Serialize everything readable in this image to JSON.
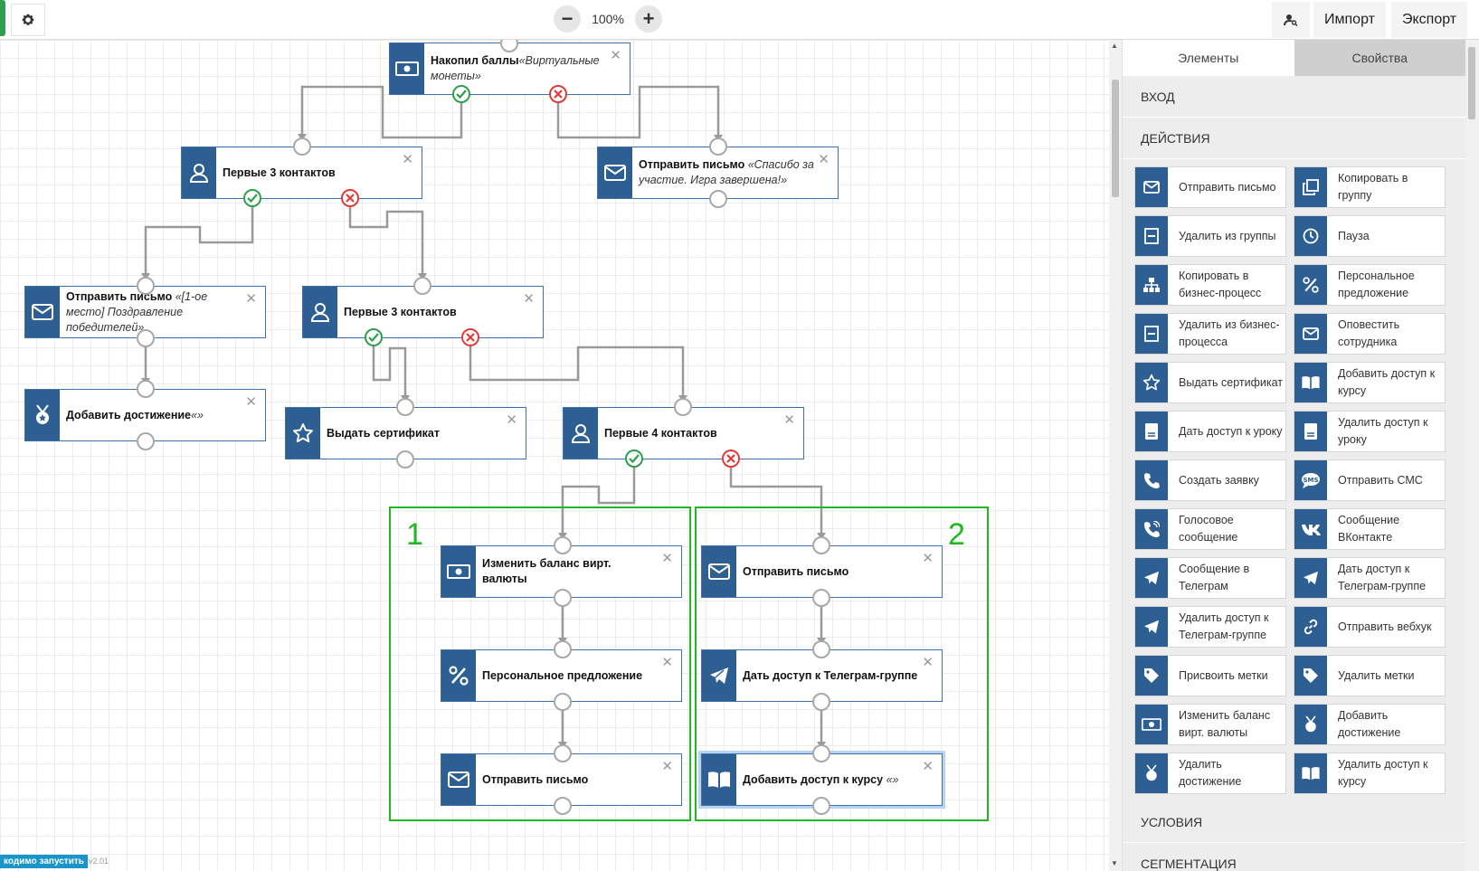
{
  "toolbar": {
    "zoom_minus": "−",
    "zoom_level": "100%",
    "zoom_plus": "+",
    "import_label": "Импорт",
    "export_label": "Экспорт"
  },
  "canvas": {
    "group_labels": [
      "1",
      "2"
    ],
    "status_badge": "кодимо запустить",
    "version": "v2.01"
  },
  "nodes": [
    {
      "icon": "money-icon",
      "title": "Накопил баллы",
      "note": "«Виртуальные монеты»"
    },
    {
      "icon": "user-icon",
      "title": "Первые 3 контактов",
      "note": ""
    },
    {
      "icon": "mail-icon",
      "title": "Отправить письмо",
      "note": "«Спасибо за участие. Игра завершена!»"
    },
    {
      "icon": "mail-icon",
      "title": "Отправить письмо",
      "note": "«[1-ое место] Поздравление победителей»"
    },
    {
      "icon": "user-icon",
      "title": "Первые 3 контактов",
      "note": ""
    },
    {
      "icon": "medal-icon",
      "title": "Добавить достижение",
      "note": "«»"
    },
    {
      "icon": "star-icon",
      "title": "Выдать сертификат",
      "note": ""
    },
    {
      "icon": "user-icon",
      "title": "Первые 4 контактов",
      "note": ""
    },
    {
      "icon": "money-icon",
      "title": "Изменить баланс вирт. валюты",
      "note": ""
    },
    {
      "icon": "mail-icon",
      "title": "Отправить письмо",
      "note": ""
    },
    {
      "icon": "percent-icon",
      "title": "Персональное предложение",
      "note": ""
    },
    {
      "icon": "telegram-icon",
      "title": "Дать доступ к Телеграм-группе",
      "note": ""
    },
    {
      "icon": "mail-icon",
      "title": "Отправить письмо",
      "note": ""
    },
    {
      "icon": "book-icon",
      "title": "Добавить доступ к курсу",
      "note": "«»"
    }
  ],
  "panel": {
    "tabs": [
      "Элементы",
      "Свойства"
    ],
    "active_tab": "Свойства",
    "sections": {
      "input": "ВХОД",
      "actions": "ДЕЙСТВИЯ",
      "conditions": "УСЛОВИЯ",
      "segmentation": "СЕГМЕНТАЦИЯ"
    },
    "actions": [
      {
        "icon": "mail-icon",
        "label": "Отправить письмо"
      },
      {
        "icon": "copy-icon",
        "label": "Копировать в группу"
      },
      {
        "icon": "minus-box-icon",
        "label": "Удалить из группы"
      },
      {
        "icon": "clock-icon",
        "label": "Пауза"
      },
      {
        "icon": "sitemap-icon",
        "label": "Копировать в бизнес-процесс"
      },
      {
        "icon": "percent-icon",
        "label": "Персональное предложение"
      },
      {
        "icon": "minus-box-icon",
        "label": "Удалить из бизнес-процесса"
      },
      {
        "icon": "mail-icon",
        "label": "Оповестить сотрудника"
      },
      {
        "icon": "star-icon",
        "label": "Выдать сертификат"
      },
      {
        "icon": "book-icon",
        "label": "Добавить доступ к курсу"
      },
      {
        "icon": "lesson-icon",
        "label": "Дать доступ к уроку"
      },
      {
        "icon": "lesson-icon",
        "label": "Удалить доступ к уроку"
      },
      {
        "icon": "phone-icon",
        "label": "Создать заявку"
      },
      {
        "icon": "sms-icon",
        "label": "Отправить СМС"
      },
      {
        "icon": "phone-call-icon",
        "label": "Голосовое сообщение"
      },
      {
        "icon": "vk-icon",
        "label": "Сообщение ВКонтакте"
      },
      {
        "icon": "telegram-icon",
        "label": "Сообщение в Телеграм"
      },
      {
        "icon": "telegram-icon",
        "label": "Дать доступ к Телеграм-группе"
      },
      {
        "icon": "telegram-icon",
        "label": "Удалить доступ к Телеграм-группе"
      },
      {
        "icon": "link-icon",
        "label": "Отправить вебхук"
      },
      {
        "icon": "tag-icon",
        "label": "Присвоить метки"
      },
      {
        "icon": "tag-icon",
        "label": "Удалить метки"
      },
      {
        "icon": "money-icon",
        "label": "Изменить баланс вирт. валюты"
      },
      {
        "icon": "medal-icon",
        "label": "Добавить достижение"
      },
      {
        "icon": "medal-icon",
        "label": "Удалить достижение"
      },
      {
        "icon": "book-icon",
        "label": "Удалить доступ к курсу"
      }
    ]
  },
  "colors": {
    "node_icon_bg": "#2d5f92",
    "node_border": "#3f72a8",
    "success": "#2e9e4f",
    "fail": "#e03a3a",
    "group_border": "#20b820"
  }
}
